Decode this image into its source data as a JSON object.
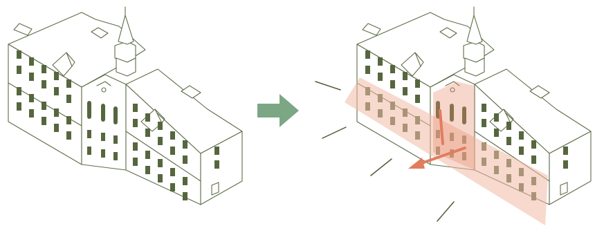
{
  "colors": {
    "outline": "#5e6c48",
    "window": "#56663e",
    "transition_arrow": "#7ba784",
    "highlight_band": "#f0b9a6",
    "displacement_arrow": "#e27c5e",
    "motion_lines": "#4c5a38",
    "background": "#ffffff"
  },
  "diagram": {
    "panels": [
      {
        "id": "before",
        "shows": "building",
        "highlight": false
      },
      {
        "id": "after",
        "shows": "building",
        "highlight": true
      }
    ],
    "connector": {
      "from": "before",
      "to": "after",
      "icon": "arrow-right-icon"
    },
    "highlight": {
      "target": "lower-facade-band",
      "direction_icon": "arrow-down-left-icon"
    },
    "motion_lines": 4
  }
}
